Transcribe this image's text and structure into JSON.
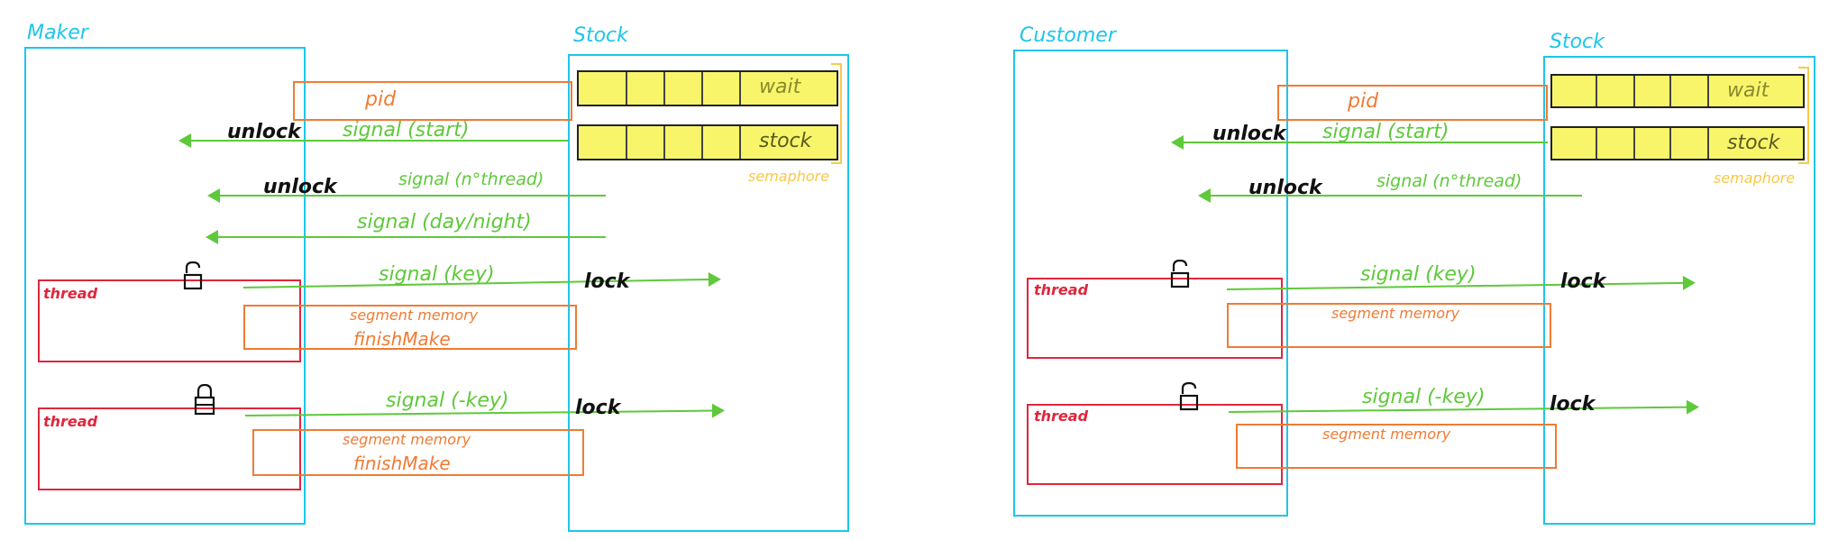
{
  "panels": [
    {
      "left_title": "Maker",
      "right_title": "Stock",
      "pid": "pid",
      "wait": "wait",
      "stock": "stock",
      "semaphore": "semaphore",
      "unlock1": "unlock",
      "signal_start": "signal (start)",
      "unlock2": "unlock",
      "signal_nthread": "signal (n°thread)",
      "signal_daynight": "signal (day/night)",
      "thread1": "thread",
      "signal_key1": "signal (key)",
      "lock1": "lock",
      "segment1": "segment memory",
      "finish1": "finishMake",
      "thread2": "thread",
      "signal_key2": "signal (-key)",
      "lock2": "lock",
      "segment2": "segment memory",
      "finish2": "finishMake"
    },
    {
      "left_title": "Customer",
      "right_title": "Stock",
      "pid": "pid",
      "wait": "wait",
      "stock": "stock",
      "semaphore": "semaphore",
      "unlock1": "unlock",
      "signal_start": "signal (start)",
      "unlock2": "unlock",
      "signal_nthread": "signal (n°thread)",
      "thread1": "thread",
      "signal_key1": "signal (key)",
      "lock1": "lock",
      "segment1": "segment memory",
      "thread2": "thread",
      "signal_key2": "signal (-key)",
      "lock2": "lock",
      "segment2": "segment memory"
    }
  ]
}
